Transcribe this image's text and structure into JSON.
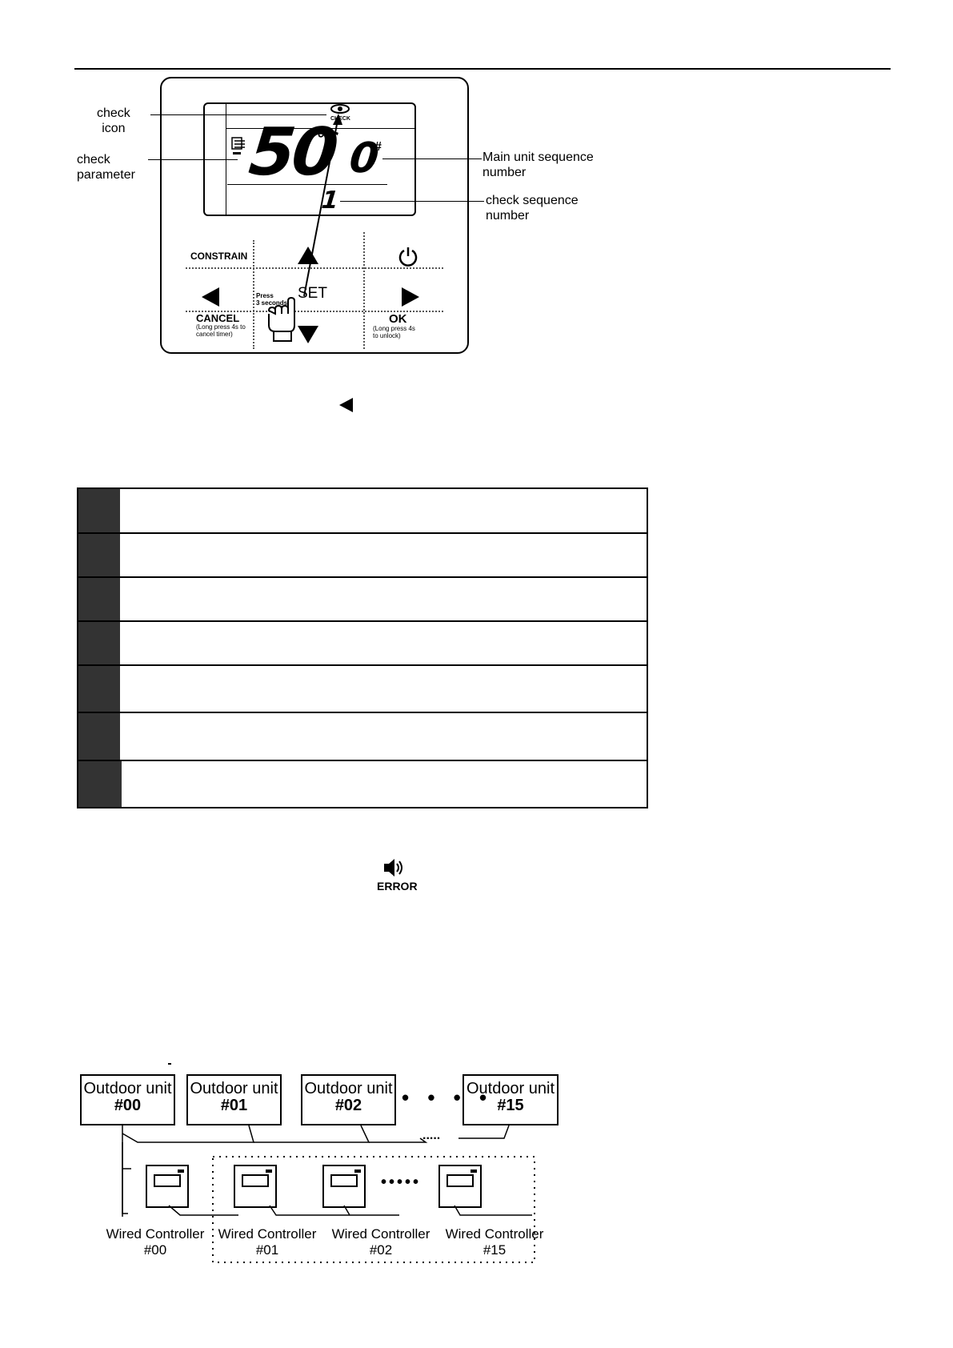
{
  "controller": {
    "callouts": {
      "check_icon": "check\nicon",
      "check_parameter": "check\nparameter",
      "main_unit_seq": "Main unit sequence\nnumber",
      "check_seq": "check sequence\nnumber"
    },
    "display": {
      "check_label": "CHECK",
      "temperature": "50",
      "temp_unit": "°C",
      "unit_number": "0",
      "unit_suffix": "#",
      "check_sequence": "1"
    },
    "buttons": {
      "constrain": "CONSTRAIN",
      "set": "SET",
      "press_hint": "Press\n3 seconds",
      "cancel": "CANCEL",
      "cancel_hint": "(Long press 4s to\ncancel timer)",
      "ok": "OK",
      "ok_hint": "(Long press 4s\nto unlock)"
    }
  },
  "table": {
    "rows": 7
  },
  "error_icon": {
    "label": "ERROR"
  },
  "network": {
    "outdoor_units": [
      {
        "title": "Outdoor unit",
        "num": "#00"
      },
      {
        "title": "Outdoor unit",
        "num": "#01"
      },
      {
        "title": "Outdoor unit",
        "num": "#02"
      },
      {
        "title": "Outdoor unit",
        "num": "#15"
      }
    ],
    "ellipsis_top": "• • • •",
    "ellipsis_mid": ".....",
    "ellipsis_wc": "•••••",
    "wired_controllers": [
      {
        "title": "Wired Controller",
        "num": "#00"
      },
      {
        "title": "Wired Controller",
        "num": "#01"
      },
      {
        "title": "Wired Controller",
        "num": "#02"
      },
      {
        "title": "Wired Controller",
        "num": "#15"
      }
    ]
  }
}
